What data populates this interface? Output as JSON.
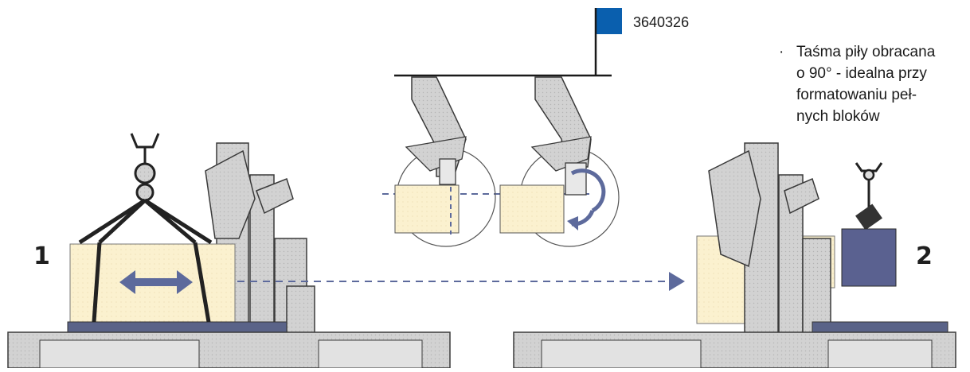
{
  "code_label": "3640326",
  "caption": {
    "bullet": "·",
    "lines": [
      "Taśma piły obracana",
      "o 90° - idealna przy",
      "formatowaniu peł-",
      "nych bloków"
    ]
  },
  "steps": [
    "1",
    "2"
  ],
  "colors": {
    "brand_square": "#0a5fae",
    "block_fill": "#fbf1cf",
    "machine_fill": "#cfcfcf",
    "machine_stroke": "#3a3a3a",
    "conveyor": "#5a6388",
    "arrow": "#5d6a9c",
    "dashed_line": "#5d6a9c",
    "hoisted_block": "#5a6190"
  },
  "icons": [
    "crane-hook-icon",
    "double-arrow-icon",
    "rotate-arrow-icon",
    "right-arrow-icon"
  ]
}
